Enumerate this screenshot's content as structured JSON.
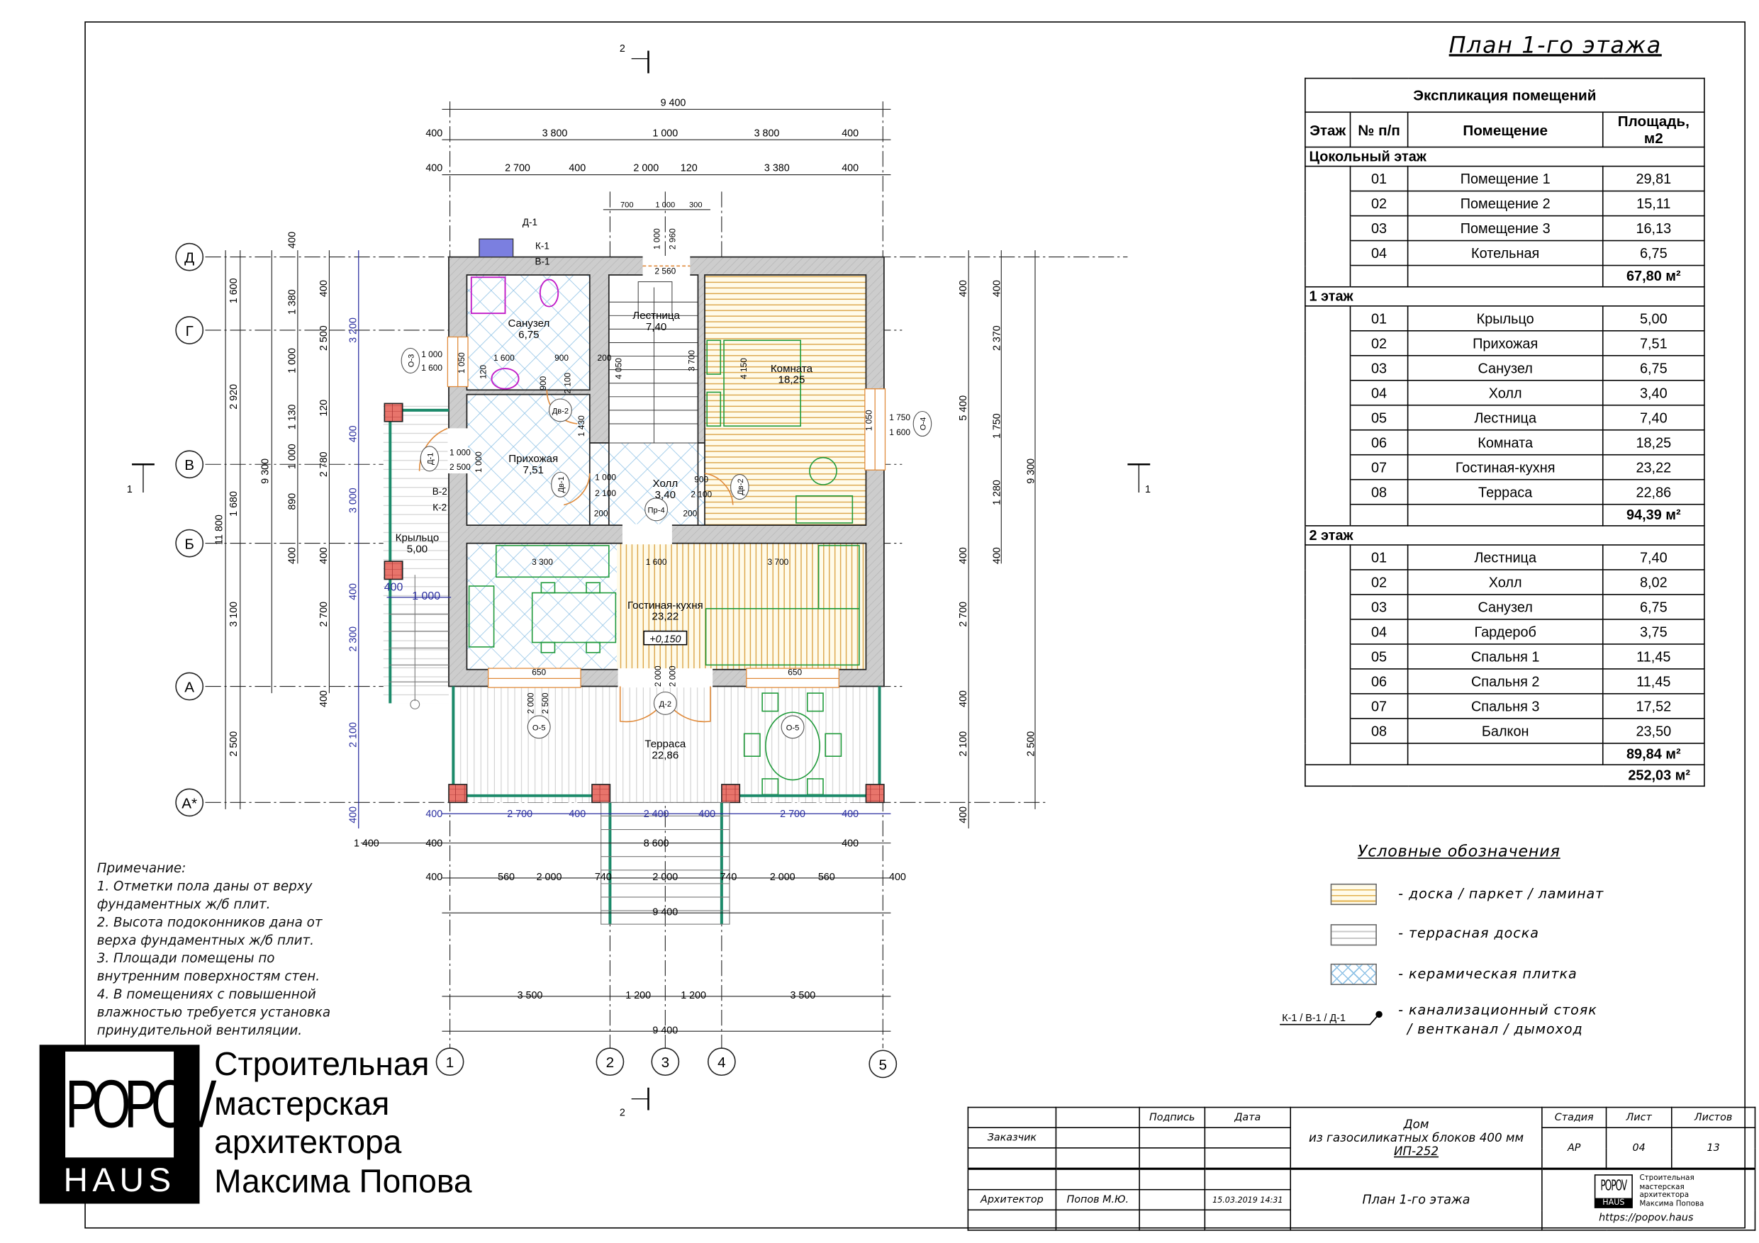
{
  "sheet_title": "План 1-го этажа",
  "explication": {
    "title": "Экспликация помещений",
    "headers": [
      "Этаж",
      "№ п/п",
      "Помещение",
      "Площадь, м2"
    ],
    "sections": [
      {
        "name": "Цокольный этаж",
        "rows": [
          {
            "no": "01",
            "name": "Помещение 1",
            "area": "29,81"
          },
          {
            "no": "02",
            "name": "Помещение 2",
            "area": "15,11"
          },
          {
            "no": "03",
            "name": "Помещение 3",
            "area": "16,13"
          },
          {
            "no": "04",
            "name": "Котельная",
            "area": "6,75"
          }
        ],
        "total": "67,80 м²"
      },
      {
        "name": "1 этаж",
        "rows": [
          {
            "no": "01",
            "name": "Крыльцо",
            "area": "5,00"
          },
          {
            "no": "02",
            "name": "Прихожая",
            "area": "7,51"
          },
          {
            "no": "03",
            "name": "Санузел",
            "area": "6,75"
          },
          {
            "no": "04",
            "name": "Холл",
            "area": "3,40"
          },
          {
            "no": "05",
            "name": "Лестница",
            "area": "7,40"
          },
          {
            "no": "06",
            "name": "Комната",
            "area": "18,25"
          },
          {
            "no": "07",
            "name": "Гостиная-кухня",
            "area": "23,22"
          },
          {
            "no": "08",
            "name": "Терраса",
            "area": "22,86"
          }
        ],
        "total": "94,39 м²"
      },
      {
        "name": "2 этаж",
        "rows": [
          {
            "no": "01",
            "name": "Лестница",
            "area": "7,40"
          },
          {
            "no": "02",
            "name": "Холл",
            "area": "8,02"
          },
          {
            "no": "03",
            "name": "Санузел",
            "area": "6,75"
          },
          {
            "no": "04",
            "name": "Гардероб",
            "area": "3,75"
          },
          {
            "no": "05",
            "name": "Спальня 1",
            "area": "11,45"
          },
          {
            "no": "06",
            "name": "Спальня 2",
            "area": "11,45"
          },
          {
            "no": "07",
            "name": "Спальня 3",
            "area": "17,52"
          },
          {
            "no": "08",
            "name": "Балкон",
            "area": "23,50"
          }
        ],
        "total": "89,84 м²"
      }
    ],
    "grand_total": "252,03 м²"
  },
  "legend": {
    "title": "Условные обозначения",
    "items": [
      "- доска / паркет / ламинат",
      "- террасная доска",
      "- керамическая плитка"
    ],
    "stack_label": "К-1 / В-1 / Д-1",
    "stack_text": [
      "- канализационный стояк",
      "/ вентканал / дымоход"
    ]
  },
  "title_block": {
    "signature": "Подпись",
    "date": "Дата",
    "customer": "Заказчик",
    "project": [
      "Дом",
      "из газосиликатных блоков 400 мм",
      "ИП-252"
    ],
    "stage_h": "Стадия",
    "sheet_h": "Лист",
    "sheets_h": "Листов",
    "stage": "АР",
    "sheet": "04",
    "sheets": "13",
    "architect_role": "Архитектор",
    "architect": "Попов М.Ю.",
    "architect_date": "15.03.2019 14:31",
    "drawing": "План 1-го этажа",
    "mini_logo": [
      "POPOV",
      "HAUS"
    ],
    "mini_studio": [
      "Строительная",
      "мастерская",
      "архитектора",
      "Максима Попова"
    ],
    "url": "https://popov.haus"
  },
  "notes": {
    "heading": "Примечание:",
    "lines": [
      "1. Отметки пола даны от верху фундаментных ж/б плит.",
      "2. Высота подоконников дана от верха фундаментных ж/б плит.",
      "3. Площади помещены по внутренним поверхностям стен.",
      "4. В помещениях с повышенной влажностью требуется установка",
      "принудительной вентиляции."
    ]
  },
  "logo": {
    "top": "POPOV",
    "bottom": "HAUS",
    "studio": [
      "Строительная",
      "мастерская",
      "архитектора",
      "Максима Попова"
    ]
  },
  "plan": {
    "axes_letters": [
      "Д",
      "Г",
      "В",
      "Б",
      "А",
      "А*"
    ],
    "axes_numbers": [
      "1",
      "2",
      "3",
      "4",
      "5"
    ],
    "section_marks": [
      "2",
      "2",
      "1",
      "1"
    ],
    "rooms": [
      {
        "name": "Санузел",
        "area": "6,75"
      },
      {
        "name": "Лестница",
        "area": "7,40"
      },
      {
        "name": "Комната",
        "area": "18,25"
      },
      {
        "name": "Прихожая",
        "area": "7,51"
      },
      {
        "name": "Холл",
        "area": "3,40"
      },
      {
        "name": "Крыльцо",
        "area": "5,00"
      },
      {
        "name": "Гостиная-кухня",
        "area": "23,22"
      },
      {
        "name": "Терраса",
        "area": "22,86"
      }
    ],
    "elevation": "+0,150",
    "tags": [
      "О-3",
      "О-4",
      "Д-1",
      "Дв-2",
      "Дв-1",
      "Дв-2",
      "Пр-4",
      "Д-2",
      "О-5",
      "О-5"
    ],
    "risers": [
      "Д-1",
      "К-1",
      "В-1",
      "В-2",
      "К-2"
    ],
    "dims": {
      "top1": [
        "9 400"
      ],
      "top2": [
        "400",
        "3 800",
        "1 000",
        "3 800",
        "400"
      ],
      "top3": [
        "400",
        "2 700",
        "400",
        "2 000",
        "120",
        "3 380",
        "400"
      ],
      "top4": [
        "700",
        "1 000",
        "300"
      ],
      "bot1": [
        "400",
        "2 700",
        "400",
        "2 400",
        "400",
        "2 700",
        "400"
      ],
      "bot2": [
        "1 400",
        "400",
        "8 600",
        "400"
      ],
      "bot3": [
        "400",
        "560",
        "2 000",
        "740",
        "2 000",
        "740",
        "2 000",
        "560",
        "400"
      ],
      "bot4": [
        "9 400"
      ],
      "bot5": [
        "3 500",
        "1 200",
        "1 200",
        "3 500"
      ],
      "bot6": [
        "9 400"
      ],
      "left1": [
        "11 800"
      ],
      "left2": [
        "1 600",
        "2 920",
        "1 680",
        "3 100",
        "2 500"
      ],
      "left3": [
        "9 300"
      ],
      "left4": [
        "400",
        "1 380",
        "1 000",
        "1 130",
        "1 000",
        "890",
        "400"
      ],
      "left5": [
        "400",
        "2 500",
        "120",
        "2 780",
        "400",
        "2 700",
        "400"
      ],
      "left6": [
        "3 200",
        "400",
        "3 000",
        "400",
        "2 300",
        "2 100",
        "400"
      ],
      "right1": [
        "400",
        "5 400",
        "400",
        "2 700",
        "400",
        "2 100",
        "400"
      ],
      "right2": [
        "400",
        "2 370",
        "1 750",
        "1 280",
        "400"
      ],
      "right3": [
        "9 300",
        "2 500"
      ],
      "inner": [
        "2 560",
        "1 000",
        "2 960",
        "1 000",
        "1 600",
        "1 600",
        "900",
        "200",
        "1 050",
        "120",
        "900",
        "2 100",
        "1 430",
        "4 050",
        "3 700",
        "4 150",
        "1 750",
        "1 600",
        "1 050",
        "1 000",
        "2 500",
        "1 000",
        "1 000",
        "2 100",
        "900",
        "2 100",
        "200",
        "200",
        "3 300",
        "1 600",
        "3 700",
        "650",
        "650",
        "2 000",
        "2 500",
        "2 000",
        "2 000",
        "400",
        "1 000"
      ]
    }
  }
}
